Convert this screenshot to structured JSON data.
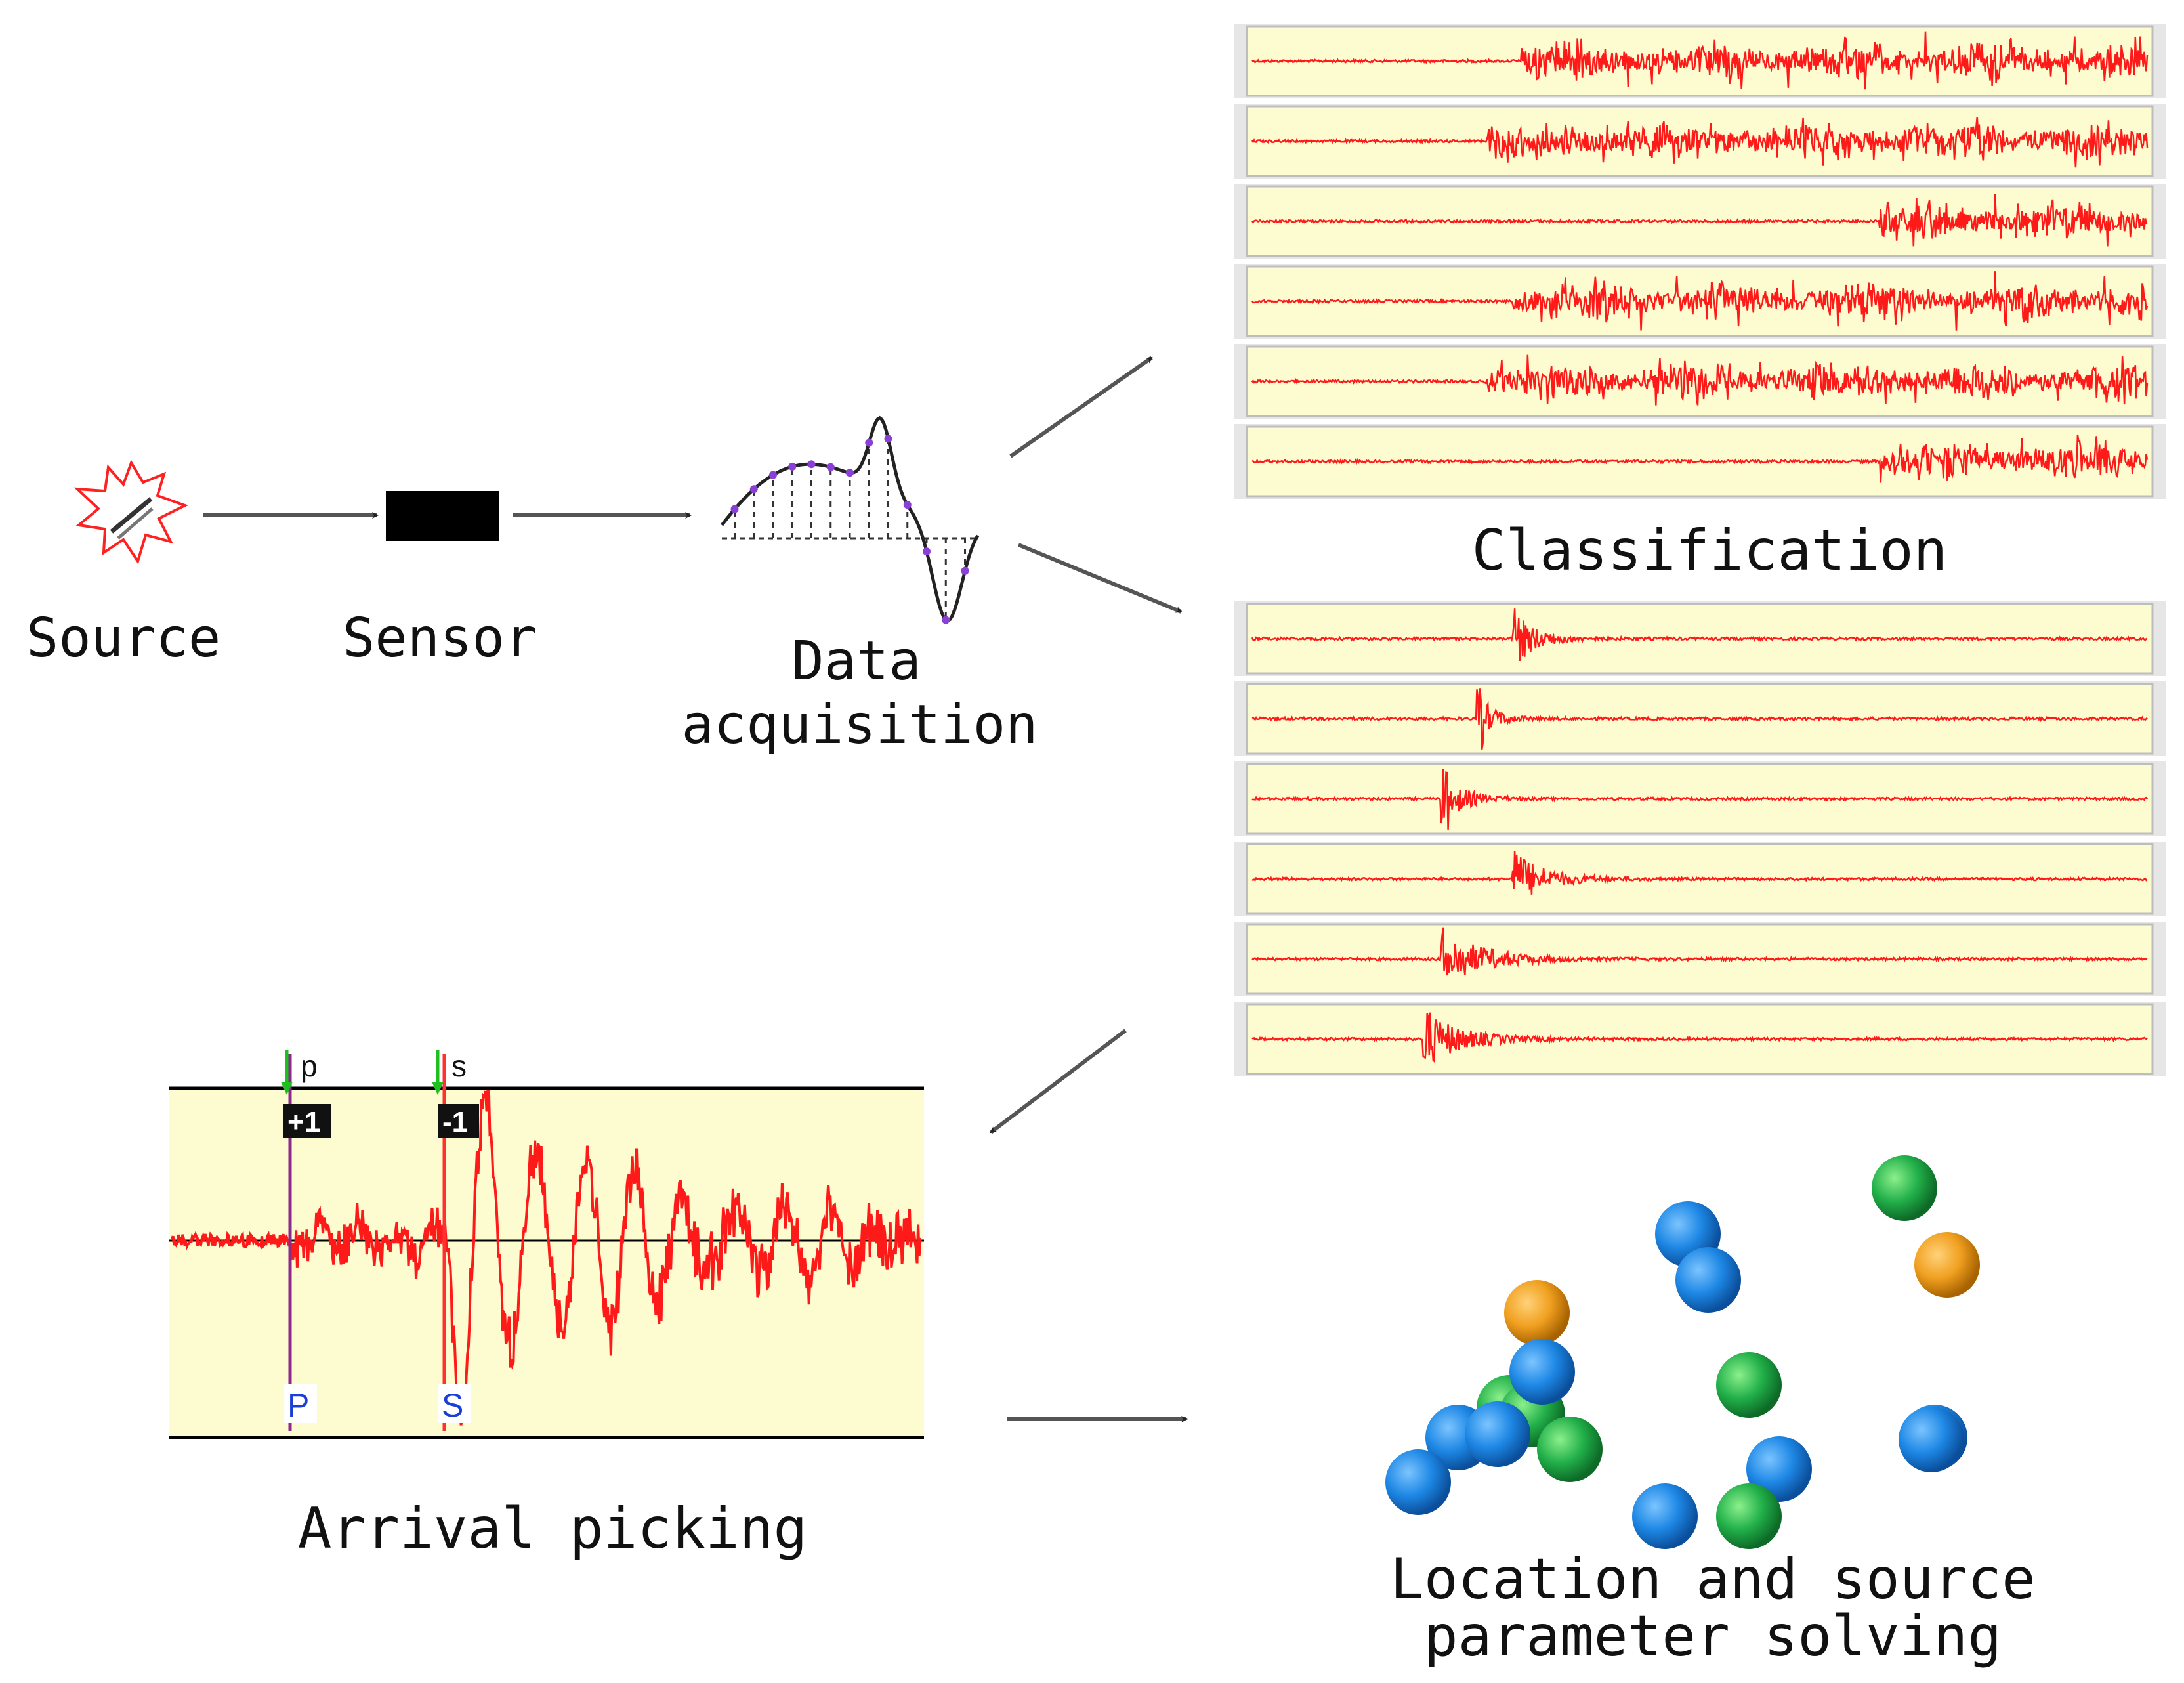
{
  "labels": {
    "source": "Source",
    "sensor": "Sensor",
    "data_line1": "Data",
    "data_line2": "acquisition",
    "classification": "Classification",
    "arrival": "Arrival picking",
    "location_line1": "Location and source",
    "location_line2": "parameter solving"
  },
  "picking": {
    "p_flag": "p",
    "s_flag": "s",
    "p_weight": "+1",
    "s_weight": "-1",
    "p_label": "P",
    "s_label": "S"
  },
  "colors": {
    "trace": "#ff1a1a",
    "panel_bg": "#fdfbd0",
    "pick_p": "#8b2a8b",
    "pick_s": "#ff3030",
    "flag": "#1fbf1f",
    "weight_text": "#ffffff",
    "letter": "#1a3fd6",
    "blue_ball": "#1e88e5",
    "green_ball": "#22b04a",
    "orange_ball": "#f0a020"
  },
  "icons": {
    "source": "explosion-icon",
    "sensor": "sensor-block-icon"
  },
  "events": [
    {
      "type": "blue"
    },
    {
      "type": "blue"
    },
    {
      "type": "green"
    },
    {
      "type": "orange"
    },
    {
      "type": "orange"
    },
    {
      "type": "green"
    },
    {
      "type": "blue"
    },
    {
      "type": "green"
    },
    {
      "type": "green"
    },
    {
      "type": "blue"
    },
    {
      "type": "blue"
    },
    {
      "type": "blue"
    },
    {
      "type": "green"
    },
    {
      "type": "blue"
    },
    {
      "type": "blue"
    },
    {
      "type": "blue"
    },
    {
      "type": "green"
    },
    {
      "type": "blue"
    }
  ]
}
